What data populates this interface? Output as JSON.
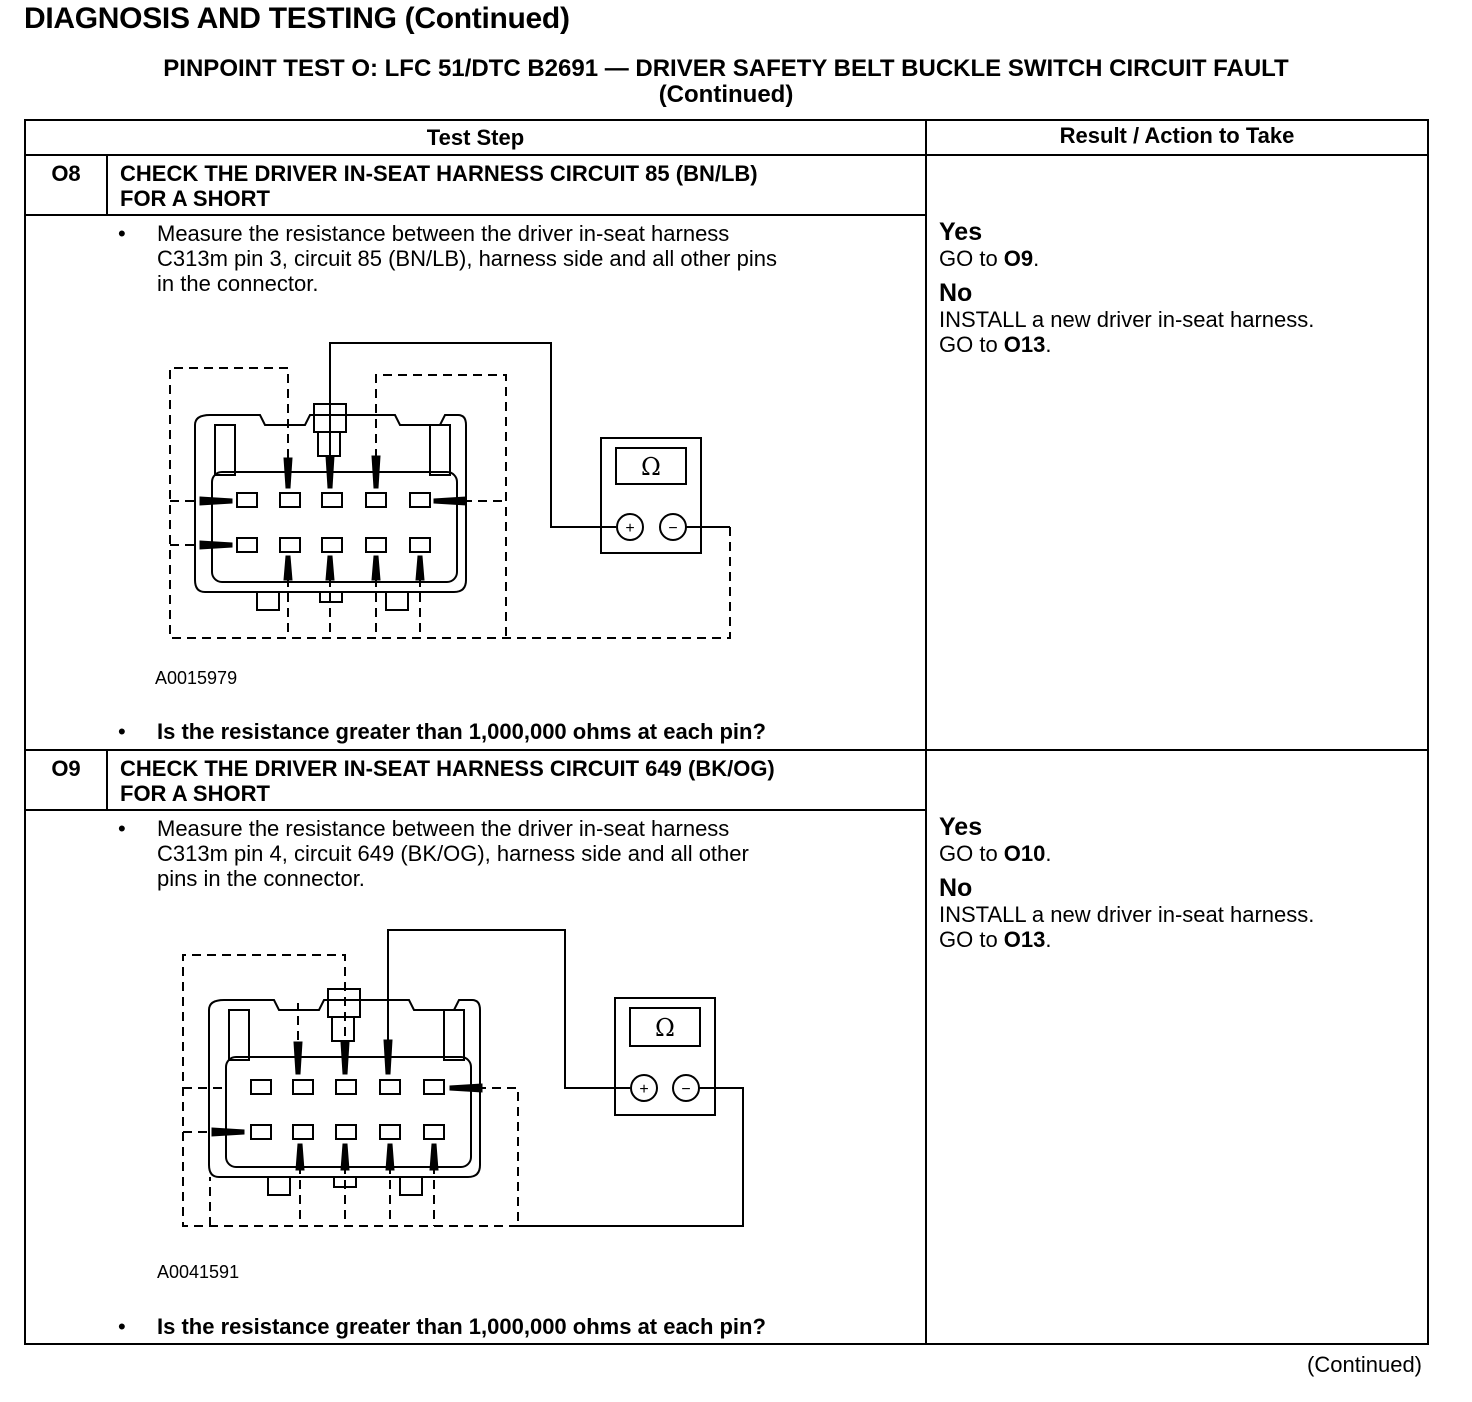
{
  "page": {
    "title": "DIAGNOSIS AND TESTING (Continued)",
    "subtitle_line1": "PINPOINT TEST O: LFC 51/DTC B2691 — DRIVER SAFETY BELT BUCKLE SWITCH CIRCUIT FAULT",
    "subtitle_line2": "(Continued)",
    "footer": "(Continued)"
  },
  "table": {
    "header_test_step": "Test Step",
    "header_result": "Result / Action to Take"
  },
  "steps": [
    {
      "id": "O8",
      "title_line1": "CHECK THE DRIVER IN-SEAT HARNESS CIRCUIT 85 (BN/LB)",
      "title_line2": "FOR A SHORT",
      "bullet1_line1": "Measure the resistance between the driver in-seat harness",
      "bullet1_line2": "C313m pin 3, circuit 85 (BN/LB), harness side and all other pins",
      "bullet1_line3": "in the connector.",
      "figure_id": "A0015979",
      "question": "Is the resistance greater than 1,000,000 ohms at each pin?",
      "meter_symbol": "Ω",
      "plus": "+",
      "minus": "−",
      "result_yes": "Yes",
      "result_yes_text": "GO to ",
      "result_yes_target": "O9",
      "result_no": "No",
      "result_no_text": "INSTALL a new driver in-seat harness.",
      "result_no_goto": "GO to ",
      "result_no_target": "O13"
    },
    {
      "id": "O9",
      "title_line1": "CHECK THE DRIVER IN-SEAT HARNESS CIRCUIT 649 (BK/OG)",
      "title_line2": "FOR A SHORT",
      "bullet1_line1": "Measure the resistance between the driver in-seat harness",
      "bullet1_line2": "C313m pin 4, circuit 649 (BK/OG), harness side and all other",
      "bullet1_line3": "pins in the connector.",
      "figure_id": "A0041591",
      "question": "Is the resistance greater than 1,000,000 ohms at each pin?",
      "meter_symbol": "Ω",
      "plus": "+",
      "minus": "−",
      "result_yes": "Yes",
      "result_yes_text": "GO to ",
      "result_yes_target": "O10",
      "result_no": "No",
      "result_no_text": "INSTALL a new driver in-seat harness.",
      "result_no_goto": "GO to ",
      "result_no_target": "O13"
    }
  ]
}
